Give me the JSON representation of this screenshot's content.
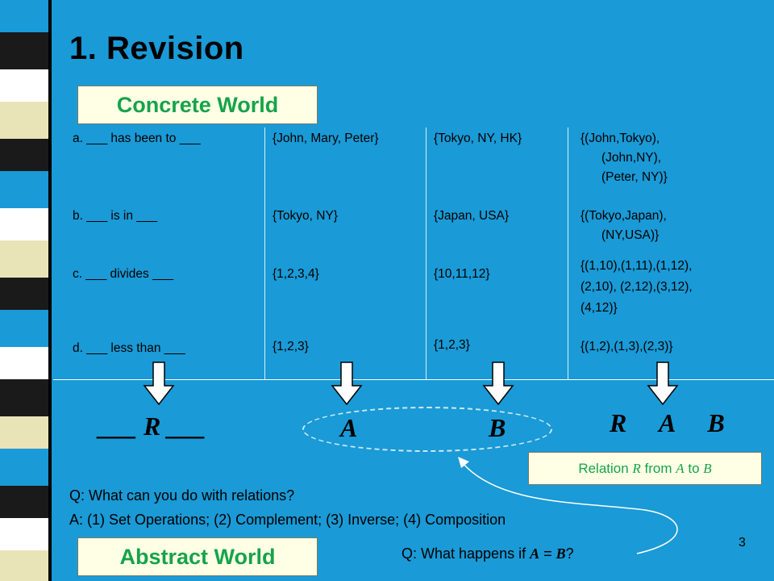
{
  "title": "1. Revision",
  "concrete_label": "Concrete World",
  "abstract_label": "Abstract World",
  "rows": [
    {
      "label": "a. ___ has been to ___",
      "set_a": "{John, Mary, Peter}",
      "set_b": "{Tokyo, NY, HK}",
      "relation": [
        "{(John,Tokyo),",
        "(John,NY),",
        "(Peter, NY)}"
      ]
    },
    {
      "label": "b. ___ is in ___",
      "set_a": "{Tokyo, NY}",
      "set_b": "{Japan, USA}",
      "relation": [
        "{(Tokyo,Japan),",
        "(NY,USA)}"
      ]
    },
    {
      "label": "c. ___ divides ___",
      "set_a": "{1,2,3,4}",
      "set_b": "{10,11,12}",
      "relation": [
        "{(1,10),(1,11),(1,12),",
        "(2,10), (2,12),(3,12),",
        "(4,12)}"
      ]
    },
    {
      "label": "d. ___ less than ___",
      "set_a": "{1,2,3}",
      "set_b": "{1,2,3}",
      "relation": [
        "{(1,2),(1,3),(2,3)}"
      ]
    }
  ],
  "abstract": {
    "r_form": "___ R ___",
    "set_a": "A",
    "set_b": "B",
    "product": "R \u0000 A \u0000 B"
  },
  "relation_box": {
    "prefix": "Relation ",
    "r": "R",
    "mid1": " from ",
    "a": "A",
    "mid2": " to ",
    "b": "B"
  },
  "question1": "Q: What can you do with relations?",
  "answer1": "A: (1) Set Operations; (2) Complement; (3) Inverse; (4) Composition",
  "question2": {
    "prefix": "Q: What happens if ",
    "a": "A",
    "eq": " = ",
    "b": "B",
    "suffix": "?"
  },
  "page_number": "3",
  "colors": {
    "background": "#1a9ad6",
    "label_box_bg": "#ffffe6",
    "label_text": "#16a34a",
    "arrow_fill": "#ffffff",
    "arrow_stroke": "#000000"
  }
}
